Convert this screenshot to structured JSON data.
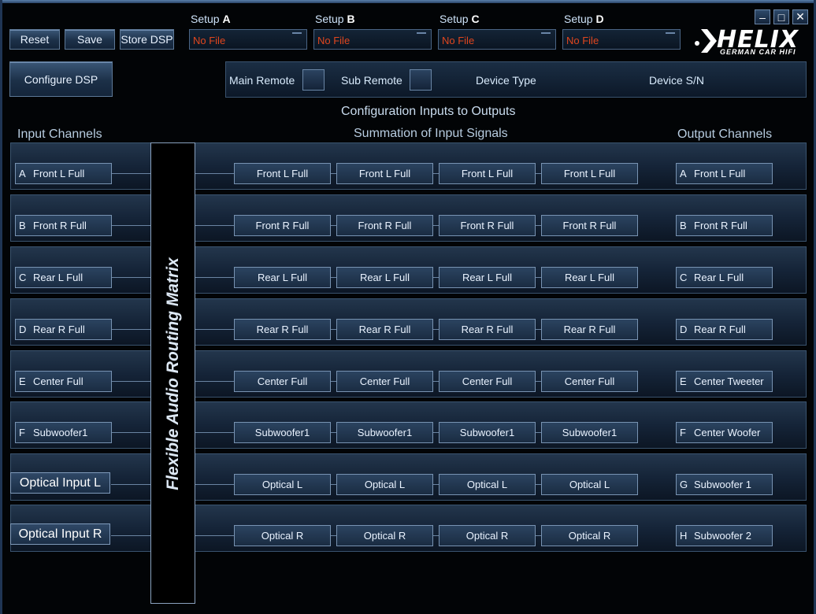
{
  "toolbar": {
    "reset": "Reset",
    "save": "Save",
    "store": "Store DSP",
    "configure": "Configure DSP"
  },
  "setups": [
    {
      "prefix": "Setup",
      "letter": "A",
      "value": "No File"
    },
    {
      "prefix": "Setup",
      "letter": "B",
      "value": "No File"
    },
    {
      "prefix": "Setup",
      "letter": "C",
      "value": "No File"
    },
    {
      "prefix": "Setup",
      "letter": "D",
      "value": "No File"
    }
  ],
  "window_controls": {
    "minimize": "–",
    "maximize": "□",
    "close": "✕"
  },
  "logo": {
    "name": "HELIX",
    "tagline": "GERMAN CAR HIFI"
  },
  "remote": {
    "main": "Main Remote",
    "sub": "Sub Remote",
    "device_type": "Device Type",
    "device_sn": "Device S/N"
  },
  "titles": {
    "config": "Configuration Inputs to Outputs",
    "inputs": "Input Channels",
    "summation": "Summation of Input Signals",
    "outputs": "Output Channels",
    "matrix": "Flexible Audio Routing Matrix"
  },
  "rows": [
    {
      "input_letter": "A",
      "input_name": "Front L Full",
      "sums": [
        "Front L Full",
        "Front L Full",
        "Front L Full",
        "Front L Full"
      ],
      "output_letter": "A",
      "output_name": "Front L Full"
    },
    {
      "input_letter": "B",
      "input_name": "Front R Full",
      "sums": [
        "Front R Full",
        "Front R Full",
        "Front R Full",
        "Front R Full"
      ],
      "output_letter": "B",
      "output_name": "Front R Full"
    },
    {
      "input_letter": "C",
      "input_name": "Rear L Full",
      "sums": [
        "Rear L Full",
        "Rear L Full",
        "Rear L Full",
        "Rear L Full"
      ],
      "output_letter": "C",
      "output_name": "Rear L Full"
    },
    {
      "input_letter": "D",
      "input_name": "Rear R Full",
      "sums": [
        "Rear R Full",
        "Rear R Full",
        "Rear R Full",
        "Rear R Full"
      ],
      "output_letter": "D",
      "output_name": "Rear R Full"
    },
    {
      "input_letter": "E",
      "input_name": "Center Full",
      "sums": [
        "Center Full",
        "Center Full",
        "Center Full",
        "Center Full"
      ],
      "output_letter": "E",
      "output_name": "Center Tweeter"
    },
    {
      "input_letter": "F",
      "input_name": "Subwoofer1",
      "sums": [
        "Subwoofer1",
        "Subwoofer1",
        "Subwoofer1",
        "Subwoofer1"
      ],
      "output_letter": "F",
      "output_name": "Center Woofer"
    },
    {
      "input_letter": "",
      "input_name": "Optical Input L",
      "sums": [
        "Optical L",
        "Optical L",
        "Optical L",
        "Optical L"
      ],
      "output_letter": "G",
      "output_name": "Subwoofer 1"
    },
    {
      "input_letter": "",
      "input_name": "Optical Input R",
      "sums": [
        "Optical R",
        "Optical R",
        "Optical R",
        "Optical R"
      ],
      "output_letter": "H",
      "output_name": "Subwoofer 2"
    }
  ]
}
